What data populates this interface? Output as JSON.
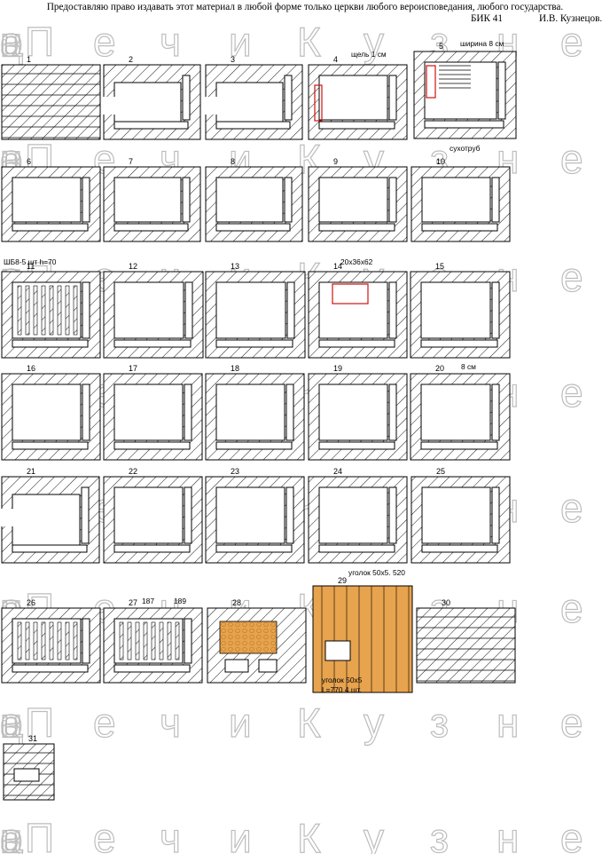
{
  "header": {
    "line1": "Предоставляю право издавать этот материал в любой форме только церкви любого вероисповедания, любого государства.",
    "code": "БИК 41",
    "author": "И.В. Кузнецов."
  },
  "watermark": {
    "text": "Печи Кузнецова"
  },
  "diagram": {
    "panels": [
      {
        "id": "1"
      },
      {
        "id": "2"
      },
      {
        "id": "3"
      },
      {
        "id": "4"
      },
      {
        "id": "5"
      },
      {
        "id": "6"
      },
      {
        "id": "7"
      },
      {
        "id": "8"
      },
      {
        "id": "9"
      },
      {
        "id": "10"
      },
      {
        "id": "11"
      },
      {
        "id": "12"
      },
      {
        "id": "13"
      },
      {
        "id": "14"
      },
      {
        "id": "15"
      },
      {
        "id": "16"
      },
      {
        "id": "17"
      },
      {
        "id": "18"
      },
      {
        "id": "19"
      },
      {
        "id": "20"
      },
      {
        "id": "21"
      },
      {
        "id": "22"
      },
      {
        "id": "23"
      },
      {
        "id": "24"
      },
      {
        "id": "25"
      },
      {
        "id": "26"
      },
      {
        "id": "27"
      },
      {
        "id": "28"
      },
      {
        "id": "29"
      },
      {
        "id": "30"
      },
      {
        "id": "31"
      }
    ],
    "annotations": [
      {
        "id": "gap",
        "text": "щель 1 см"
      },
      {
        "id": "width",
        "text": "ширина 8 см"
      },
      {
        "id": "dry",
        "text": "сухотруб"
      },
      {
        "id": "shb",
        "text": "ШБ8-5 шт h=70"
      },
      {
        "id": "size",
        "text": "20x36x62"
      },
      {
        "id": "cm8",
        "text": "8 см"
      },
      {
        "id": "d187",
        "text": "187"
      },
      {
        "id": "d189",
        "text": "189"
      },
      {
        "id": "ang1",
        "text": "уголок 50x5. 520"
      },
      {
        "id": "ang2",
        "text": "уголок 50x5"
      },
      {
        "id": "ang3",
        "text": "L=770 4 шт."
      }
    ]
  },
  "colors": {
    "ink": "#000000",
    "red": "#d01010",
    "orange": "#e7a34e",
    "watermark": "#bdbdbd"
  }
}
